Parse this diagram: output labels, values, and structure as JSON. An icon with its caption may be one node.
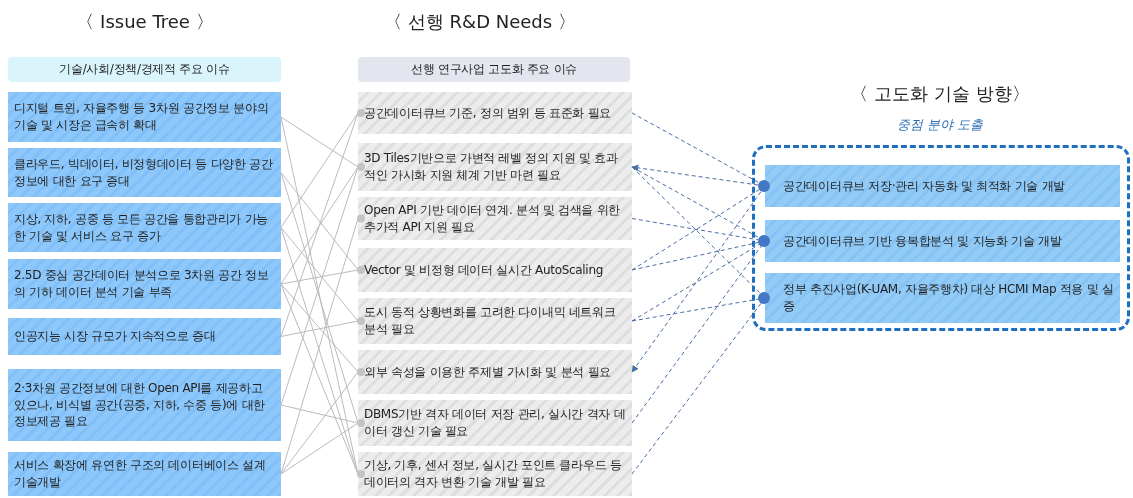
{
  "diagram": {
    "nodes": [
      {
        "text": [
          "기술/사회/정책/경제적 주요 이슈"
        ]
      },
      {
        "text": [
          "디지털 트윈, 자율주행 등 3차원 공간정보 분야의 기술 및 시장은 급속히 확대"
        ]
      },
      {
        "text": [
          "클라우드, 빅데이터, 비정형데이터 등 다양한 공간정보에 대한 요구 증대"
        ]
      },
      {
        "text": [
          "지상, 지하, 공중 등 모든 공간을 통합관리가 가능한 기술 및 서비스 요구 증가"
        ]
      },
      {
        "text": [
          "2.5D 중심 공간데이터 분석으로 3차원 공간 정보의 기하 데이터 분석 기술 부족"
        ]
      },
      {
        "text": [
          "인공지능 시장 규모가 지속적으로 증대"
        ]
      },
      {
        "text": [
          "2·3차원 공간정보에 대한 Open API를 제공하고 있으나, 비식별 공간(공중, 지하, 수중 등)에 대한 정보제공 필요"
        ]
      },
      {
        "text": [
          "서비스 확장에 유연한 구조의 데이터베이스 설계 기술개발"
        ]
      },
      {
        "text": [
          "선행 연구사업 고도화 주요 이슈"
        ]
      },
      {
        "text": [
          "공간데이터큐브 기준, 정의 범위 등 표준화 필요"
        ]
      },
      {
        "text": [
          "3D Tiles기반으로 가변적 레벨 정의 지원 및 효과적인 가시화 지원 체계 기반 마련 필요"
        ]
      },
      {
        "text": [
          "Open API 기반 데이터 연계. 분석 및 검색을 위한 추가적 API 지원 필요"
        ]
      },
      {
        "text": [
          "Vector 및 비정형 데이터 실시간 AutoScaling"
        ]
      },
      {
        "text": [
          "도시 동적 상황변화를 고려한 다이내믹 네트워크 분석 필요"
        ]
      },
      {
        "text": [
          "외부 속성을 이용한 주제별 가시화 및 분석 필요"
        ]
      },
      {
        "text": [
          "DBMS기반 격자 데이터 저장 관리, 실시간 격자 데이터 갱신 기술 필요"
        ]
      },
      {
        "text": [
          "기상, 기후, 센서 정보, 실시간 포인트 클라우드 등 데이터의 격자 변환 기술 개발 필요"
        ]
      },
      {
        "text": [],
        "shape": "box"
      },
      {
        "text": [
          "공간데이터큐브 저장·관리 자동화 및 최적화 기술 개발"
        ],
        "in": 17
      },
      {
        "text": [
          "공간데이터큐브 기반 융복합분석 및 지능화 기술 개발"
        ],
        "in": 17
      },
      {
        "text": [
          "정부 추진사업(K-UAM, 자율주행차) 대상 HCMI Map 적용 및 실증"
        ],
        "in": 17
      }
    ],
    "edges": [
      {
        "from": 1,
        "to": 10,
        "arrow": "none"
      },
      {
        "from": 1,
        "to": 16,
        "arrow": "none"
      },
      {
        "from": 2,
        "to": 12,
        "arrow": "none"
      },
      {
        "from": 2,
        "to": 15,
        "arrow": "none"
      },
      {
        "from": 3,
        "to": 9,
        "arrow": "none"
      },
      {
        "from": 3,
        "to": 13,
        "arrow": "none"
      },
      {
        "from": 3,
        "to": 16,
        "arrow": "none"
      },
      {
        "from": 4,
        "to": 10,
        "arrow": "none"
      },
      {
        "from": 4,
        "to": 12,
        "arrow": "none"
      },
      {
        "from": 4,
        "to": 14,
        "arrow": "none"
      },
      {
        "from": 4,
        "to": 16,
        "arrow": "none"
      },
      {
        "from": 5,
        "to": 9,
        "arrow": "none"
      },
      {
        "from": 5,
        "to": 13,
        "arrow": "none"
      },
      {
        "from": 6,
        "to": 10,
        "arrow": "none"
      },
      {
        "from": 6,
        "to": 15,
        "arrow": "none"
      },
      {
        "from": 7,
        "to": 11,
        "arrow": "none"
      },
      {
        "from": 7,
        "to": 14,
        "arrow": "none"
      },
      {
        "from": 7,
        "to": 15,
        "arrow": "none"
      },
      {
        "from": 9,
        "to": 18,
        "arrow": "none",
        "style": "dashed",
        "color": "#4a6fa5"
      },
      {
        "from": 18,
        "to": 10,
        "arrow": "to",
        "style": "dashed",
        "color": "#4a6fa5"
      },
      {
        "from": 10,
        "to": 19,
        "arrow": "none",
        "style": "dashed",
        "color": "#4a6fa5"
      },
      {
        "from": 10,
        "to": 20,
        "arrow": "none",
        "style": "dashed",
        "color": "#4a6fa5"
      },
      {
        "from": 11,
        "to": 19,
        "arrow": "none",
        "style": "dashed",
        "color": "#4a6fa5"
      },
      {
        "from": 12,
        "to": 18,
        "arrow": "none",
        "style": "dashed",
        "color": "#4a6fa5"
      },
      {
        "from": 12,
        "to": 19,
        "arrow": "none",
        "style": "dashed",
        "color": "#4a6fa5"
      },
      {
        "from": 13,
        "to": 19,
        "arrow": "none",
        "style": "dashed",
        "color": "#4a6fa5"
      },
      {
        "from": 13,
        "to": 20,
        "arrow": "none",
        "style": "dashed",
        "color": "#4a6fa5"
      },
      {
        "from": 18,
        "to": 14,
        "arrow": "to",
        "style": "dashed",
        "color": "#4a6fa5"
      },
      {
        "from": 15,
        "to": 19,
        "arrow": "none",
        "style": "dashed",
        "color": "#4a6fa5"
      },
      {
        "from": 16,
        "to": 20,
        "arrow": "none",
        "style": "dashed",
        "color": "#4a6fa5"
      }
    ],
    "labels": [
      "〈 Issue Tree 〉",
      "〈 선행 R&D Needs 〉",
      "〈 고도화 기술 방향〉",
      "중점 분야 도출"
    ]
  }
}
